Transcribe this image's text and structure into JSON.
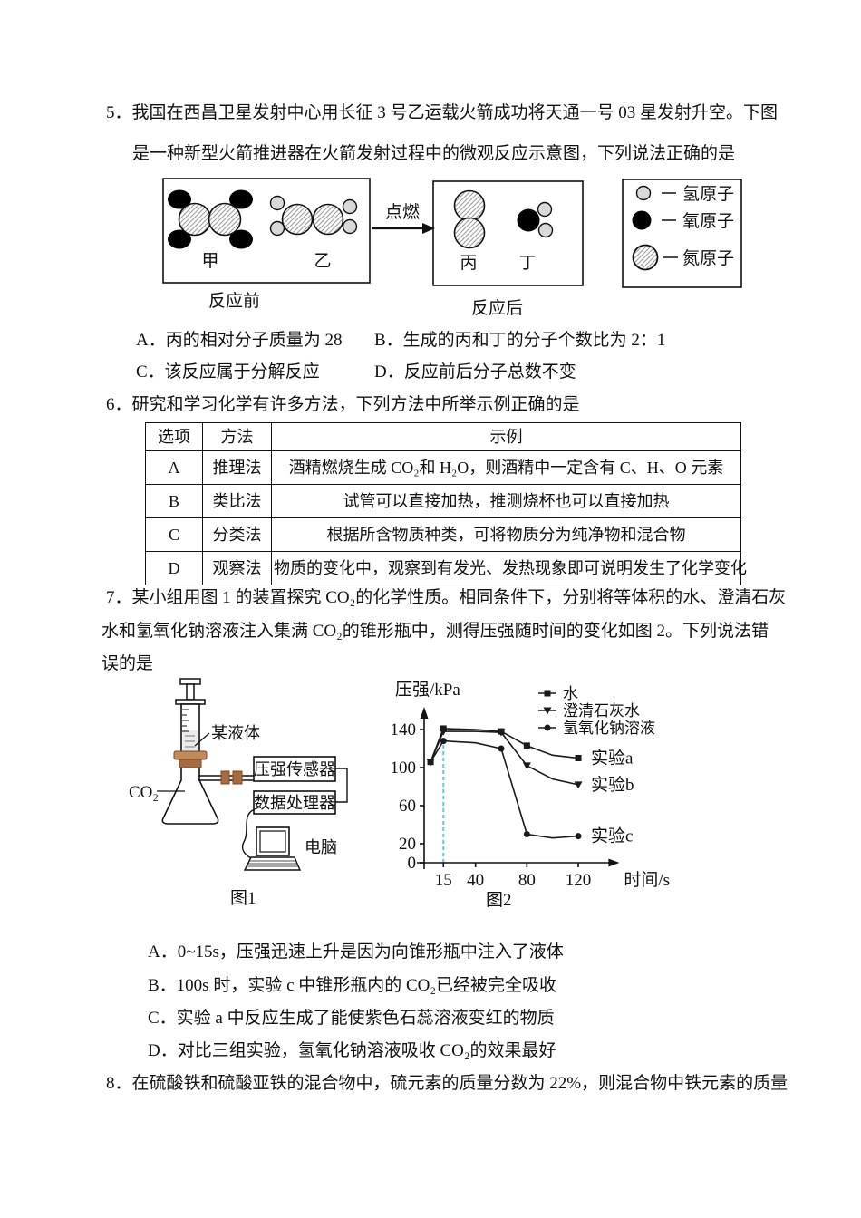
{
  "q5": {
    "line1": "5．我国在西昌卫星发射中心用长征 3 号乙运载火箭成功将天通一号 03 星发射升空。下图",
    "line2": "是一种新型火箭推进器在火箭发射过程中的微观反应示意图，下列说法正确的是",
    "diagram": {
      "ignite": "点燃",
      "before_caption": "反应前",
      "after_caption": "反应后",
      "molecules": {
        "jia": "甲",
        "yi": "乙",
        "bing": "丙",
        "ding": "丁"
      },
      "legend": [
        {
          "icon": "hydrogen-atom",
          "label": "氢原子"
        },
        {
          "icon": "oxygen-atom",
          "label": "氧原子"
        },
        {
          "icon": "nitrogen-atom",
          "label": "氮原子"
        }
      ],
      "legend_dash": "—"
    },
    "options": {
      "a": "A．丙的相对分子质量为 28",
      "b": "B．生成的丙和丁的分子个数比为 2：1",
      "c": "C．该反应属于分解反应",
      "d": "D．反应前后分子总数不变"
    }
  },
  "q6": {
    "text": "6．研究和学习化学有许多方法，下列方法中所举示例正确的是",
    "table": {
      "headers": [
        "选项",
        "方法",
        "示例"
      ],
      "rows": [
        [
          "A",
          "推理法",
          "酒精燃烧生成 CO₂和 H₂O，则酒精中一定含有 C、H、O 元素"
        ],
        [
          "B",
          "类比法",
          "试管可以直接加热，推测烧杯也可以直接加热"
        ],
        [
          "C",
          "分类法",
          "根据所含物质种类，可将物质分为纯净物和混合物"
        ],
        [
          "D",
          "观察法",
          "物质的变化中，观察到有发光、发热现象即可说明发生了化学变化"
        ]
      ]
    }
  },
  "q7": {
    "line1": "7．某小组用图 1 的装置探究 CO₂的化学性质。相同条件下，分别将等体积的水、澄清石灰",
    "line2": "水和氢氧化钠溶液注入集满 CO₂的锥形瓶中，测得压强随时间的变化如图 2。下列说法错",
    "line3": "误的是",
    "fig1": {
      "caption": "图1",
      "labels": {
        "liquid": "某液体",
        "gas": "CO₂",
        "sensor": "压强传感器",
        "processor": "数据处理器",
        "computer": "电脑"
      }
    },
    "options": {
      "a": "A．0~15s，压强迅速上升是因为向锥形瓶中注入了液体",
      "b": "B．100s 时，实验 c 中锥形瓶内的 CO₂已经被完全吸收",
      "c": "C．实验 a 中反应生成了能使紫色石蕊溶液变红的物质",
      "d": "D．对比三组实验，氢氧化钠溶液吸收 CO₂的效果最好"
    }
  },
  "q8": {
    "line1": "8．在硫酸铁和硫酸亚铁的混合物中，硫元素的质量分数为 22%，则混合物中铁元素的质量"
  },
  "chart_data": {
    "type": "line",
    "caption": "图2",
    "xlabel": "时间/s",
    "ylabel": "压强/kPa",
    "xticks": [
      15,
      40,
      80,
      120
    ],
    "yticks": [
      0,
      20,
      60,
      100,
      140
    ],
    "xlim": [
      0,
      148
    ],
    "ylim": [
      0,
      168
    ],
    "grid": false,
    "legend_position": "top-right",
    "line_color": "#1a1a1a",
    "vline": {
      "x": 15,
      "to_y": 128,
      "color": "#5bcbe6",
      "style": "dashed"
    },
    "x": [
      5,
      15,
      40,
      60,
      80,
      100,
      120
    ],
    "marker_x": [
      5,
      15,
      60,
      80,
      120
    ],
    "series": [
      {
        "name": "水",
        "marker": "square",
        "end_label": "实验a",
        "y": [
          106,
          141,
          140,
          138,
          123,
          113,
          110
        ]
      },
      {
        "name": "澄清石灰水",
        "marker": "triangle-down",
        "end_label": "实验b",
        "y": [
          106,
          138,
          138,
          137,
          102,
          88,
          82
        ]
      },
      {
        "name": "氢氧化钠溶液",
        "marker": "circle",
        "end_label": "实验c",
        "y": [
          106,
          128,
          126,
          120,
          30,
          26,
          28
        ]
      }
    ]
  }
}
